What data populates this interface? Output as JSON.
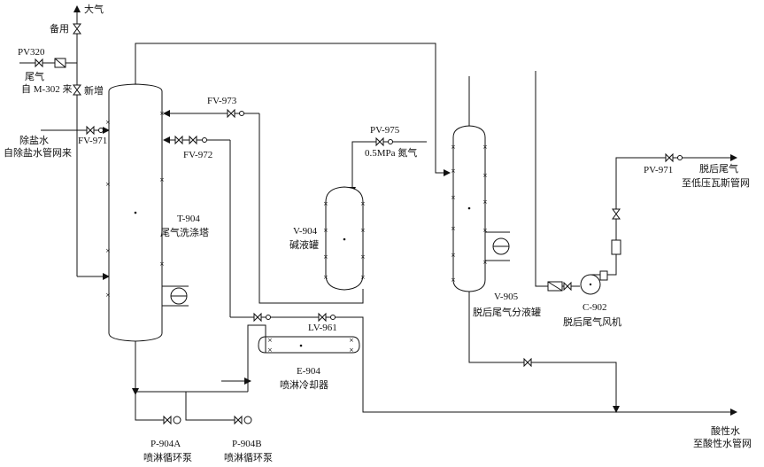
{
  "labels": {
    "atmosphere": "大气",
    "standby": "备用",
    "pv320": "PV320",
    "tail_gas": "尾气",
    "from_m302": "自 M-302 来",
    "new_added": "新增",
    "desalted_water": "除盐水",
    "from_desalted_net": "自除盐水管网来",
    "fv971": "FV-971",
    "fv973": "FV-973",
    "fv972": "FV-972",
    "t904_tag": "T-904",
    "t904_name": "尾气洗涤塔",
    "pv975": "PV-975",
    "nitrogen": "0.5MPa 氮气",
    "v904_tag": "V-904",
    "v904_name": "碱液罐",
    "v905_tag": "V-905",
    "v905_name": "脱后尾气分液罐",
    "c902_tag": "C-902",
    "c902_name": "脱后尾气风机",
    "pv971": "PV-971",
    "out_gas": "脱后尾气",
    "to_gas_net": "至低压瓦斯管网",
    "lv961": "LV-961",
    "e904_tag": "E-904",
    "e904_name": "喷淋冷却器",
    "p904a_tag": "P-904A",
    "p904a_name": "喷淋循环泵",
    "p904b_tag": "P-904B",
    "p904b_name": "喷淋循环泵",
    "acid_water": "酸性水",
    "to_acid_net": "至酸性水管网"
  }
}
